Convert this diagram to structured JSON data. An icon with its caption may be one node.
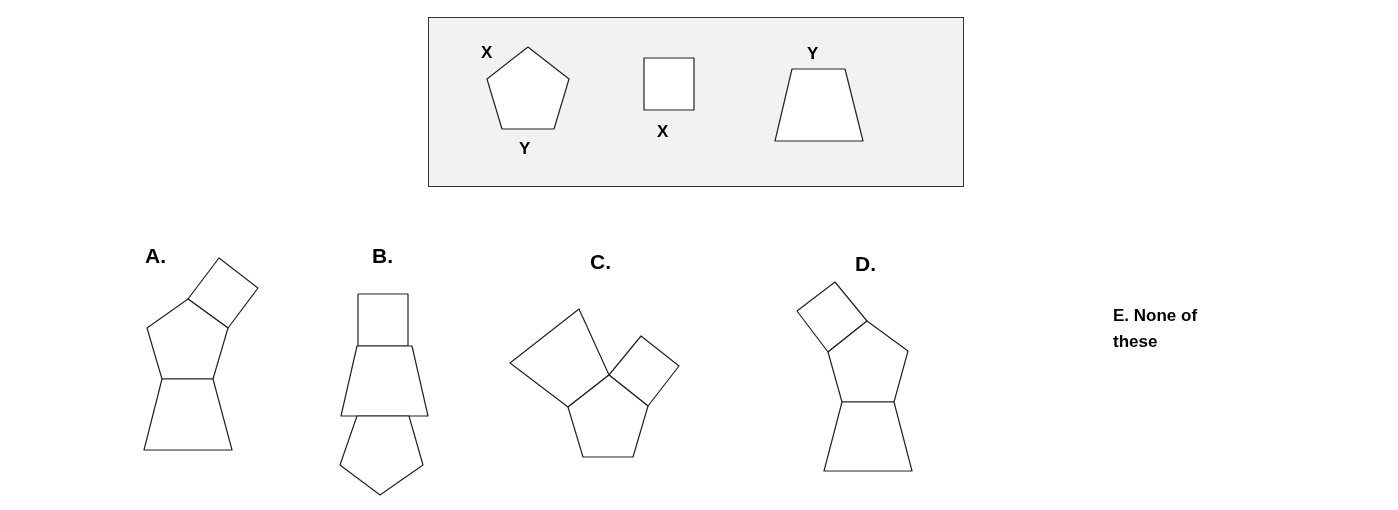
{
  "diagram": {
    "labels": [
      "X",
      "Y",
      "X",
      "Y",
      "A.",
      "B.",
      "C.",
      "D.",
      "E. None of these"
    ]
  }
}
